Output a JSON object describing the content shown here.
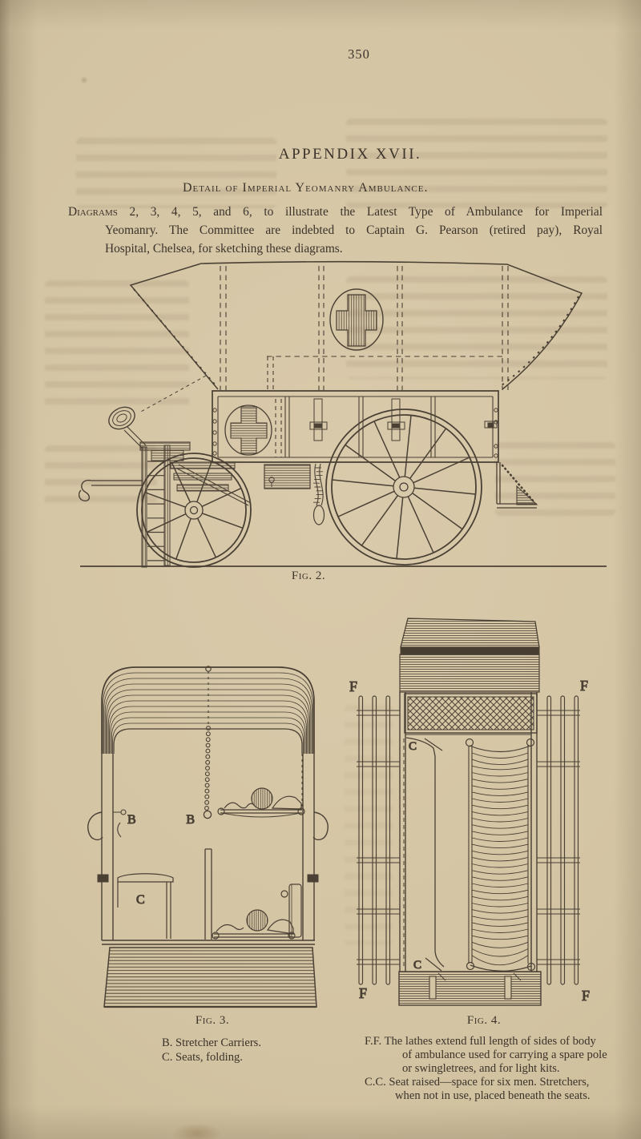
{
  "page": {
    "number": "350",
    "heading": "APPENDIX XVII.",
    "subheading": "Detail of Imperial Yeomanry Ambulance.",
    "intro_lead": "Diagrams",
    "intro_line1_rest": " 2, 3, 4, 5, and 6, to illustrate the Latest Type of Ambulance for Imperial",
    "intro_line2": "Yeomanry. The Committee are indebted to Captain G. Pearson (retired pay), Royal",
    "intro_line3": "Hospital, Chelsea, for sketching these diagrams."
  },
  "fig2": {
    "caption": "Fig. 2."
  },
  "fig3": {
    "caption": "Fig. 3.",
    "note1": "B. Stretcher Carriers.",
    "note2": "C. Seats, folding.",
    "label_b_chain": "B",
    "label_b_wall": "B",
    "label_c_seat": "C"
  },
  "fig4": {
    "caption": "Fig. 4.",
    "note_line1": "F.F. The lathes extend full length of sides of body",
    "note_line2": "of ambulance used for carrying a spare pole",
    "note_line3": "or swingletrees, and for light kits.",
    "note_line4": "C.C. Seat raised—space for six men.  Stretchers,",
    "note_line5": "when not in use, placed beneath the seats.",
    "label_f_tl": "F",
    "label_f_tr": "F",
    "label_f_bl": "F",
    "label_f_br": "F",
    "label_c_top": "C",
    "label_c_bottom": "C"
  },
  "colors": {
    "paper": "#d3c4a3",
    "ink": "#4a4034"
  }
}
